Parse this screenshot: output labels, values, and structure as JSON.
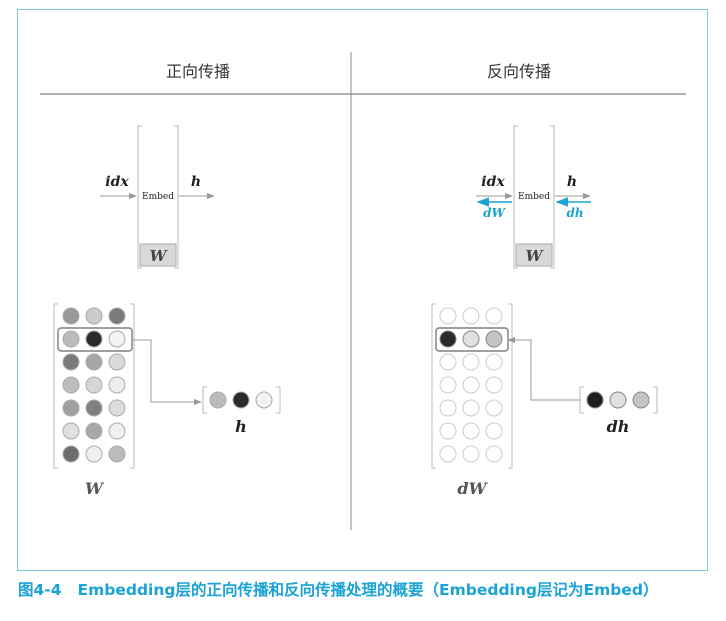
{
  "left_panel": {
    "title": "正向传播",
    "input_label": "idx",
    "layer_label": "Embed",
    "output_label": "h",
    "param_label": "W",
    "matrix_label": "W",
    "row_label": "h"
  },
  "right_panel": {
    "title": "反向传播",
    "input_label": "idx",
    "layer_label": "Embed",
    "output_label": "h",
    "grad_in_label": "dW",
    "grad_out_label": "dh",
    "param_label": "W",
    "matrix_label": "dW",
    "row_label": "dh"
  },
  "colors": {
    "accent": "#1aa3d4",
    "frame": "#7fc9dd"
  },
  "caption": {
    "number": "图4-4",
    "text": "Embedding层的正向传播和反向传播处理的概要（Embedding层记为Embed）"
  }
}
